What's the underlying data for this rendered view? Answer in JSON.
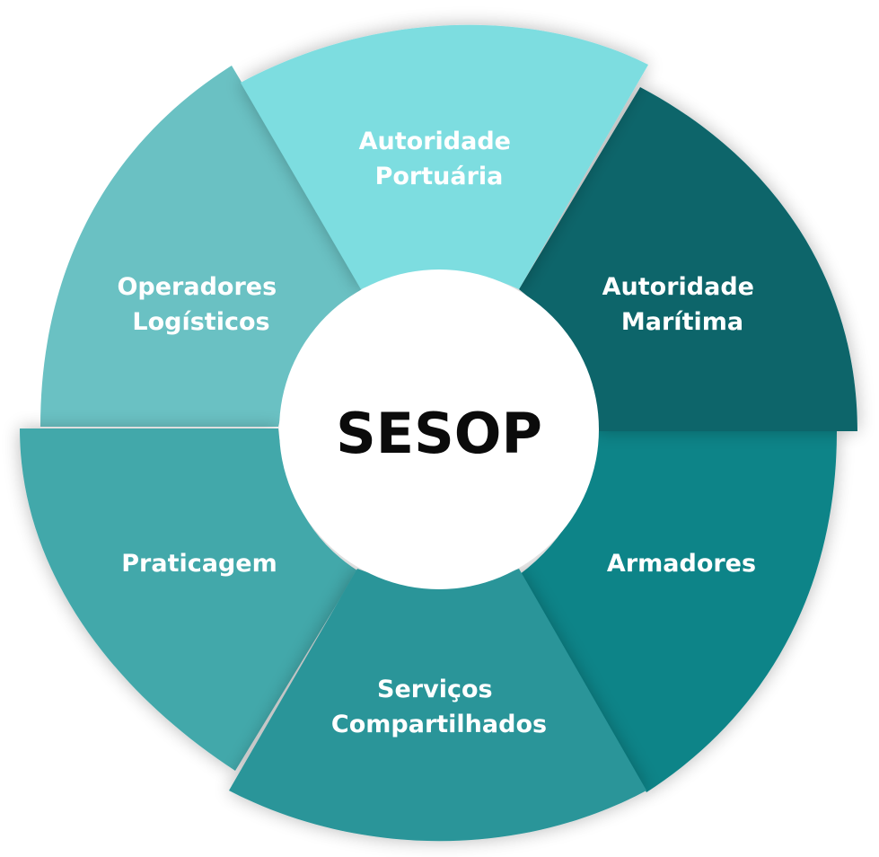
{
  "center": {
    "title": "SESOP"
  },
  "segments": [
    {
      "id": "autoridade-portuaria",
      "lines": [
        "Autoridade",
        "Portuária"
      ],
      "color": "#7ddde0"
    },
    {
      "id": "autoridade-maritima",
      "lines": [
        "Autoridade",
        "Marítima"
      ],
      "color": "#07656a"
    },
    {
      "id": "armadores",
      "lines": [
        "Armadores"
      ],
      "color": "#0f8488"
    },
    {
      "id": "servicos-compartilhados",
      "lines": [
        "Serviços",
        "Compartilhados"
      ],
      "color": "#2a9599"
    },
    {
      "id": "praticagem",
      "lines": [
        "Praticagem"
      ],
      "color": "#42a8aa"
    },
    {
      "id": "operadores-logisticos",
      "lines": [
        "Operadores",
        "Logísticos"
      ],
      "color": "#6ac1c3"
    }
  ],
  "colors": {
    "center_fill": "#ffffff",
    "center_text": "#0b0b0b",
    "label_text": "#ffffff"
  }
}
